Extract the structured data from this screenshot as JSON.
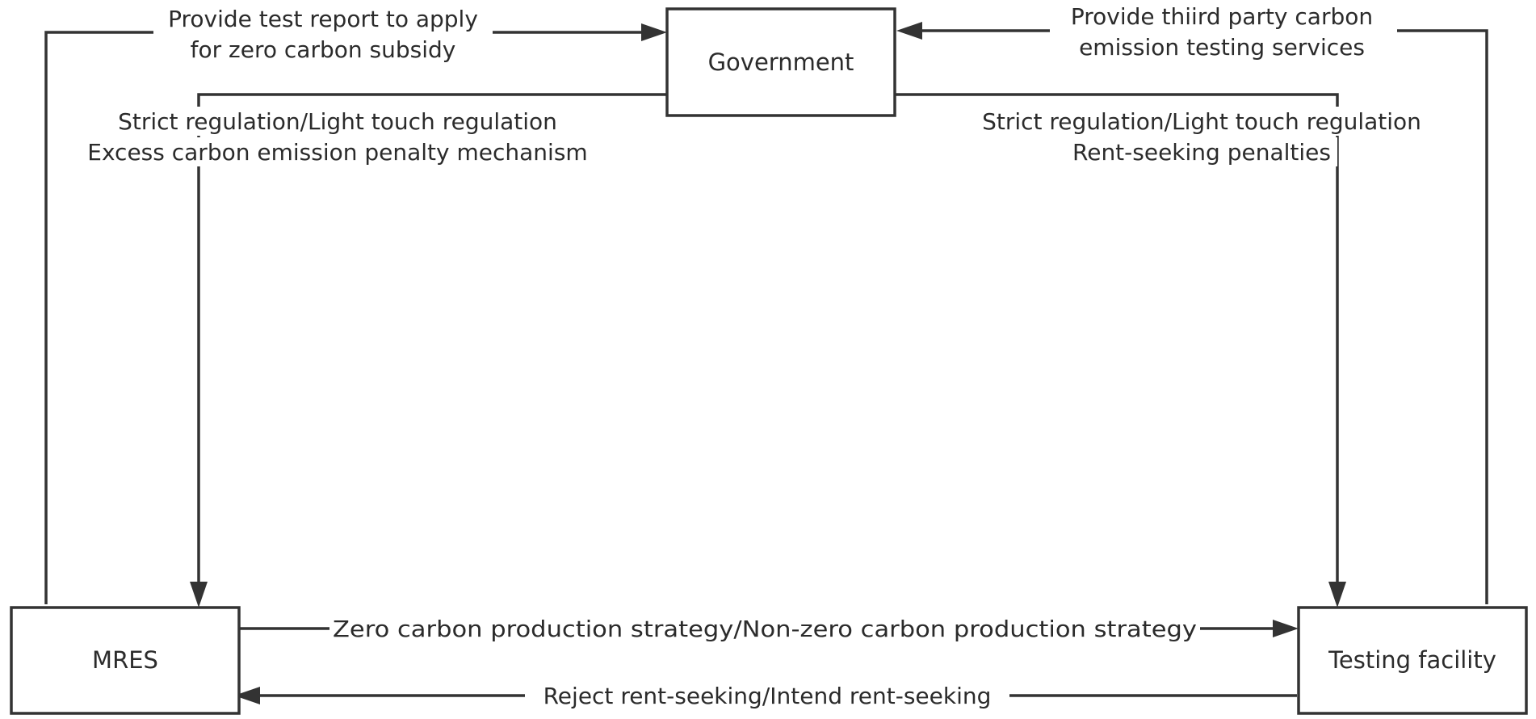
{
  "diagram": {
    "nodes": {
      "government": "Government",
      "mres": "MRES",
      "testing_facility": "Testing facility"
    },
    "edges": {
      "mres_to_government": {
        "line1": "Provide test report to apply",
        "line2": "for zero carbon subsidy"
      },
      "facility_to_government": {
        "line1": "Provide thiird party carbon",
        "line2": "emission testing services"
      },
      "government_to_mres": {
        "line1": "Strict regulation/Light touch regulation",
        "line2": "Excess carbon emission penalty mechanism"
      },
      "government_to_facility": {
        "line1": "Strict regulation/Light touch regulation",
        "line2": "Rent-seeking penalties"
      },
      "mres_to_facility": {
        "line1": "Zero carbon production strategy/Non-zero carbon production strategy"
      },
      "facility_to_mres": {
        "line1": "Reject rent-seeking/Intend rent-seeking"
      }
    }
  }
}
